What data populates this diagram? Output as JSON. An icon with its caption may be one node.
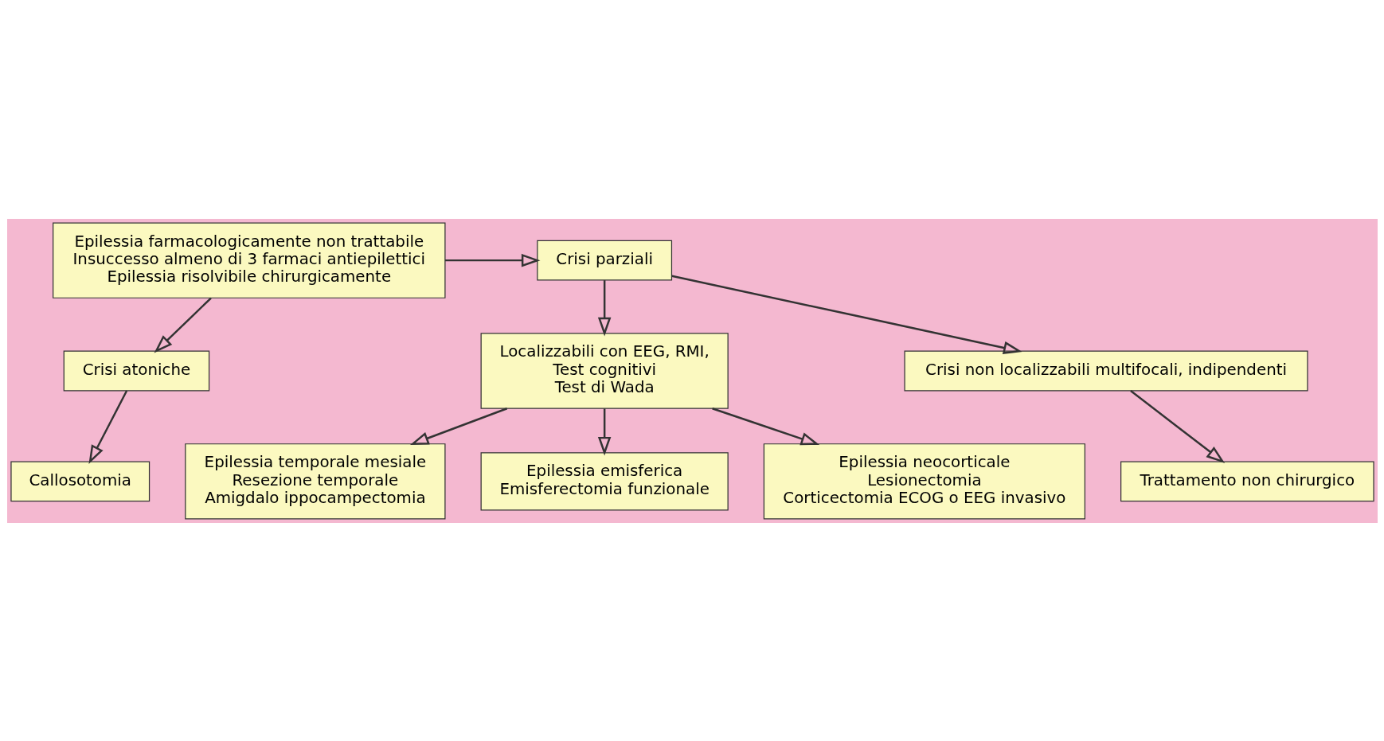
{
  "diagram": {
    "nodes": [
      {
        "text": [
          "Epilessia farmacologicamente non trattabile",
          "Insuccesso almeno di 3 farmaci antiepilettici",
          "Epilessia risolvibile chirurgicamente"
        ]
      },
      {
        "text": [
          "Crisi parziali"
        ]
      },
      {
        "text": [
          "Crisi atoniche"
        ]
      },
      {
        "text": [
          "Callosotomia"
        ]
      },
      {
        "text": [
          "Localizzabili con EEG, RMI,",
          "Test cognitivi",
          "Test di Wada"
        ]
      },
      {
        "text": [
          "Crisi non localizzabili multifocali, indipendenti"
        ]
      },
      {
        "text": [
          "Trattamento non chirurgico"
        ]
      },
      {
        "text": [
          "Epilessia temporale mesiale",
          "Resezione temporale",
          "Amigdalo ippocampectomia"
        ]
      },
      {
        "text": [
          "Epilessia emisferica",
          "Emisferectomia funzionale"
        ]
      },
      {
        "text": [
          "Epilessia neocorticale",
          "Lesionectomia",
          "Corticectomia ECOG o EEG invasivo"
        ]
      }
    ],
    "edges": [
      {
        "from": 0,
        "to": 1,
        "arrow": "to"
      },
      {
        "from": 0,
        "to": 2,
        "arrow": "to"
      },
      {
        "from": 2,
        "to": 3,
        "arrow": "to"
      },
      {
        "from": 1,
        "to": 4,
        "arrow": "to"
      },
      {
        "from": 1,
        "to": 5,
        "arrow": "to"
      },
      {
        "from": 5,
        "to": 6,
        "arrow": "to"
      },
      {
        "from": 4,
        "to": 7,
        "arrow": "to"
      },
      {
        "from": 4,
        "to": 8,
        "arrow": "to"
      },
      {
        "from": 4,
        "to": 9,
        "arrow": "to"
      }
    ]
  }
}
